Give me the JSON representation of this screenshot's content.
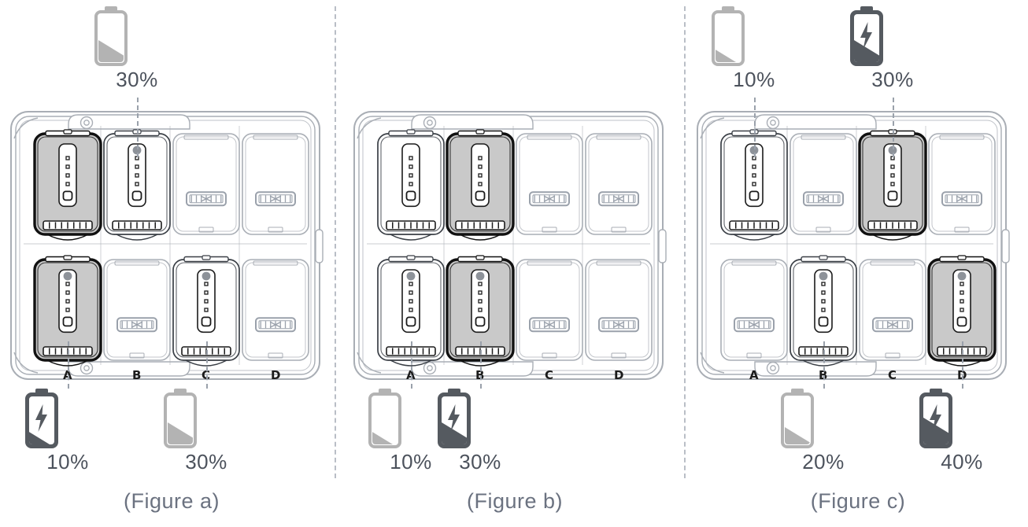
{
  "meta": {
    "kind": "battery-charger-instruction-diagram",
    "panel_count": 3,
    "colors": {
      "battery_empty_outline": "#b3b3b3",
      "battery_fill_light": "#b3b3b3",
      "battery_charging_dark": "#555a60",
      "text_percent": "#4c525c",
      "text_caption": "#6b7280",
      "slot_highlight_fill": "#c9c9c9",
      "slot_outline_dark": "#111111",
      "slot_outline_light": "#a9aeb5",
      "divider": "#b9bec6"
    },
    "icon_names": {
      "battery_plain": "battery-icon",
      "battery_charging": "battery-charging-icon",
      "lightning": "lightning-bolt-icon",
      "screw": "screw-icon",
      "connector": "battery-connector-icon",
      "contacts": "contact-strip-icon"
    }
  },
  "figures": [
    {
      "id": "a",
      "caption": "(Figure a)",
      "slot_labels": [
        "A",
        "B",
        "C",
        "D"
      ],
      "callouts": [
        {
          "position": "top",
          "column": "B",
          "percent": "30%",
          "state": "idle",
          "level": 30,
          "icon": "battery-icon"
        },
        {
          "position": "bottom",
          "column": "A",
          "percent": "10%",
          "state": "charging",
          "level": 10,
          "icon": "battery-charging-icon"
        },
        {
          "position": "bottom",
          "column": "C",
          "percent": "30%",
          "state": "idle",
          "level": 30,
          "icon": "battery-icon"
        }
      ],
      "bays": [
        {
          "column": "A",
          "row": "top",
          "occupied": true,
          "highlighted": true,
          "pointer": false
        },
        {
          "column": "A",
          "row": "bottom",
          "occupied": true,
          "highlighted": true,
          "pointer": true
        },
        {
          "column": "B",
          "row": "top",
          "occupied": true,
          "highlighted": false,
          "pointer": true
        },
        {
          "column": "B",
          "row": "bottom",
          "occupied": false,
          "highlighted": false,
          "pointer": false
        },
        {
          "column": "C",
          "row": "top",
          "occupied": false,
          "highlighted": false,
          "pointer": false
        },
        {
          "column": "C",
          "row": "bottom",
          "occupied": true,
          "highlighted": false,
          "pointer": true
        },
        {
          "column": "D",
          "row": "top",
          "occupied": false,
          "highlighted": false,
          "pointer": false
        },
        {
          "column": "D",
          "row": "bottom",
          "occupied": false,
          "highlighted": false,
          "pointer": false
        }
      ]
    },
    {
      "id": "b",
      "caption": "(Figure b)",
      "slot_labels": [
        "A",
        "B",
        "C",
        "D"
      ],
      "callouts": [
        {
          "position": "bottom",
          "column": "A",
          "percent": "10%",
          "state": "idle",
          "level": 10,
          "icon": "battery-icon"
        },
        {
          "position": "bottom",
          "column": "B",
          "percent": "30%",
          "state": "charging",
          "level": 30,
          "icon": "battery-charging-icon"
        }
      ],
      "bays": [
        {
          "column": "A",
          "row": "top",
          "occupied": true,
          "highlighted": false,
          "pointer": false
        },
        {
          "column": "A",
          "row": "bottom",
          "occupied": true,
          "highlighted": false,
          "pointer": true
        },
        {
          "column": "B",
          "row": "top",
          "occupied": true,
          "highlighted": true,
          "pointer": false
        },
        {
          "column": "B",
          "row": "bottom",
          "occupied": true,
          "highlighted": true,
          "pointer": true
        },
        {
          "column": "C",
          "row": "top",
          "occupied": false,
          "highlighted": false,
          "pointer": false
        },
        {
          "column": "C",
          "row": "bottom",
          "occupied": false,
          "highlighted": false,
          "pointer": false
        },
        {
          "column": "D",
          "row": "top",
          "occupied": false,
          "highlighted": false,
          "pointer": false
        },
        {
          "column": "D",
          "row": "bottom",
          "occupied": false,
          "highlighted": false,
          "pointer": false
        }
      ]
    },
    {
      "id": "c",
      "caption": "(Figure c)",
      "slot_labels": [
        "A",
        "B",
        "C",
        "D"
      ],
      "callouts": [
        {
          "position": "top",
          "column": "A",
          "percent": "10%",
          "state": "idle",
          "level": 10,
          "icon": "battery-icon"
        },
        {
          "position": "top",
          "column": "C",
          "percent": "30%",
          "state": "charging",
          "level": 30,
          "icon": "battery-charging-icon"
        },
        {
          "position": "bottom",
          "column": "B",
          "percent": "20%",
          "state": "idle",
          "level": 20,
          "icon": "battery-icon"
        },
        {
          "position": "bottom",
          "column": "D",
          "percent": "40%",
          "state": "charging",
          "level": 40,
          "icon": "battery-charging-icon"
        }
      ],
      "bays": [
        {
          "column": "A",
          "row": "top",
          "occupied": true,
          "highlighted": false,
          "pointer": true
        },
        {
          "column": "A",
          "row": "bottom",
          "occupied": false,
          "highlighted": false,
          "pointer": false
        },
        {
          "column": "B",
          "row": "top",
          "occupied": false,
          "highlighted": false,
          "pointer": false
        },
        {
          "column": "B",
          "row": "bottom",
          "occupied": true,
          "highlighted": false,
          "pointer": true
        },
        {
          "column": "C",
          "row": "top",
          "occupied": true,
          "highlighted": true,
          "pointer": true
        },
        {
          "column": "C",
          "row": "bottom",
          "occupied": false,
          "highlighted": false,
          "pointer": false
        },
        {
          "column": "D",
          "row": "top",
          "occupied": false,
          "highlighted": false,
          "pointer": false
        },
        {
          "column": "D",
          "row": "bottom",
          "occupied": true,
          "highlighted": true,
          "pointer": true
        }
      ]
    }
  ]
}
